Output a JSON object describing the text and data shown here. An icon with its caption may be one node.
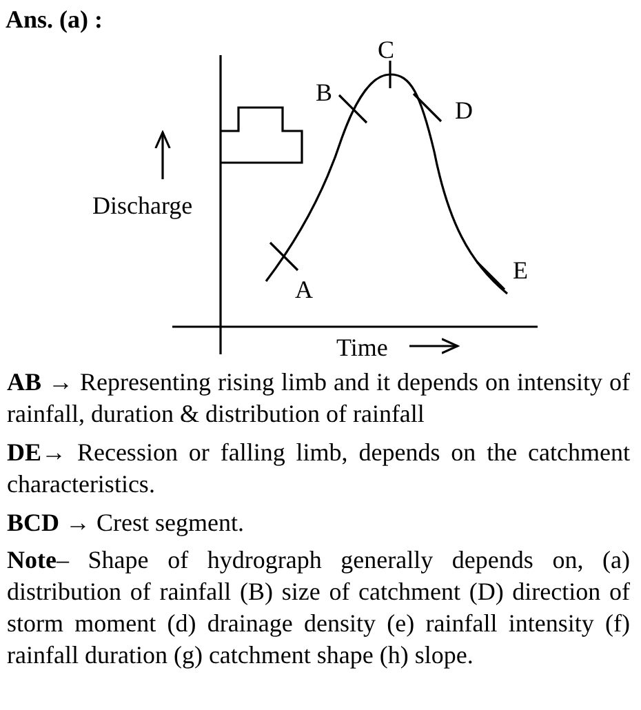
{
  "diagram": {
    "title": "Ans. (a) :",
    "labels": [
      "C",
      "B",
      "D",
      "Discharge",
      "A",
      "E",
      "Time",
      "**AB →** Representing rising limb and it depends on intensity of rainfall, duration & distribution of rainfall",
      "**DE→** Recession or falling limb, depends on the catchment characteristics.",
      "**BCD →** Crest segment.",
      "**Note**– Shape of hydrograph generally depends on, (a) distribution of rainfall (B) size of catchment (D) direction of storm moment (d) drainage density (e) rainfall intensity (f) rainfall duration (g) catchment shape (h) slope."
    ]
  }
}
